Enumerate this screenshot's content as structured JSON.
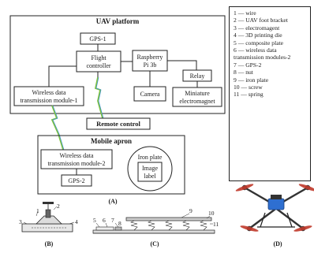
{
  "uav_platform": {
    "title": "UAV platform",
    "gps1": "GPS-1",
    "flight_controller": [
      "Flight",
      "controller"
    ],
    "raspberry_pi": [
      "Raspberry",
      "Pi 3b"
    ],
    "wireless_module_1": [
      "Wireless data",
      "transmission module-1"
    ],
    "camera": "Camera",
    "relay": "Relay",
    "electromagnet": [
      "Miniature",
      "electromagnet"
    ]
  },
  "remote_control": "Remote control",
  "mobile_apron": {
    "title": "Mobile apron",
    "wireless_module_2": [
      "Wireless data",
      "transmission module-2"
    ],
    "gps2": "GPS-2",
    "iron_plate": "Iron plate",
    "image_label": [
      "Image",
      "label"
    ]
  },
  "panel_labels": {
    "a": "(A)",
    "b": "(B)",
    "c": "(C)",
    "d": "(D)"
  },
  "legend": [
    "1 — wire",
    "2 — UAV foot bracket",
    "3 — electromagent",
    "4 — 3D printing die",
    "5 — composite plate",
    "6 — wireless data transmission modules-2",
    "7 — GPS-2",
    "8 — nut",
    "9 — iron plate",
    "10 — screw",
    "11 — spring"
  ],
  "part_numbers_b": [
    "1",
    "2",
    "3",
    "4"
  ],
  "part_numbers_c": [
    "5",
    "6",
    "7",
    "8",
    "9",
    "10",
    "11"
  ],
  "colors": {
    "line": "#222222",
    "signal_green": "#7fc241",
    "signal_blue": "#3b8fd6",
    "propeller_red": "#c0392b",
    "plate_blue": "#2e6fd1"
  }
}
